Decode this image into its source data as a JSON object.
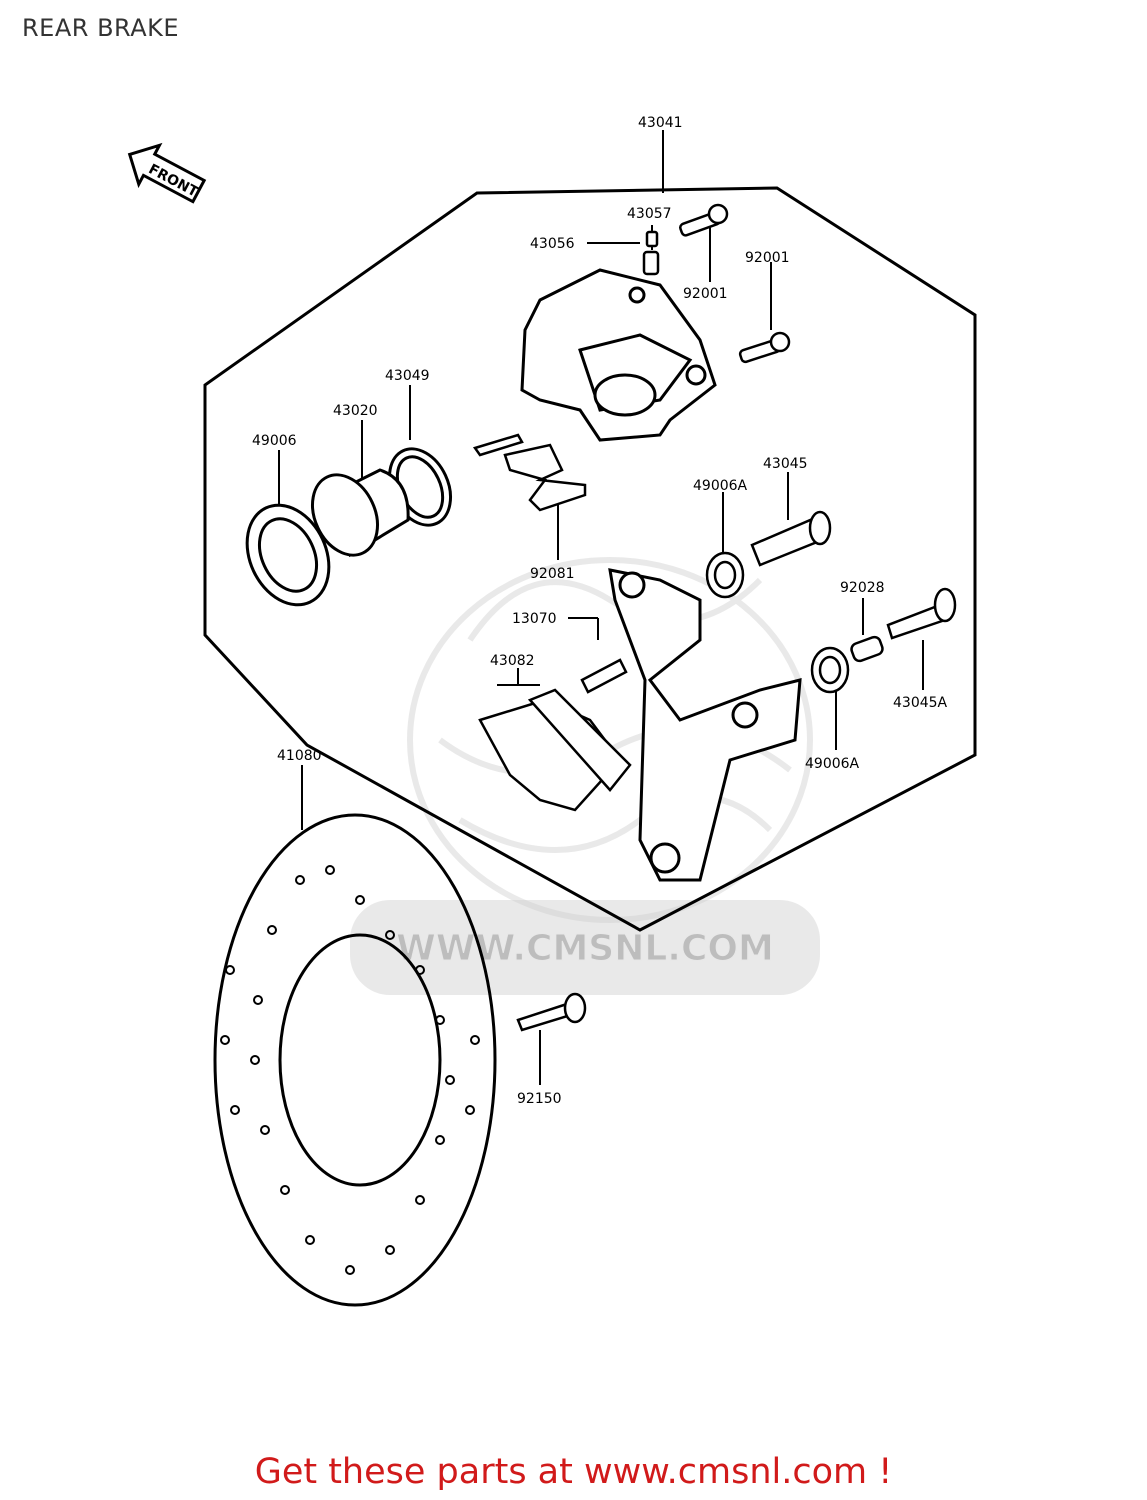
{
  "title": "REAR BRAKE",
  "front_label": "FRONT",
  "watermark": "WWW.CMSNL.COM",
  "footer": "Get these parts at www.cmsnl.com !",
  "parts": {
    "p43041": "43041",
    "p43057": "43057",
    "p43056": "43056",
    "p92001a": "92001",
    "p92001b": "92001",
    "p43049": "43049",
    "p43020": "43020",
    "p49006": "49006",
    "p43045": "43045",
    "p49006A_top": "49006A",
    "p92081": "92081",
    "p92028": "92028",
    "p13070": "13070",
    "p43082": "43082",
    "p43045A": "43045A",
    "p49006A_bottom": "49006A",
    "p41080": "41080",
    "p92150": "92150"
  }
}
